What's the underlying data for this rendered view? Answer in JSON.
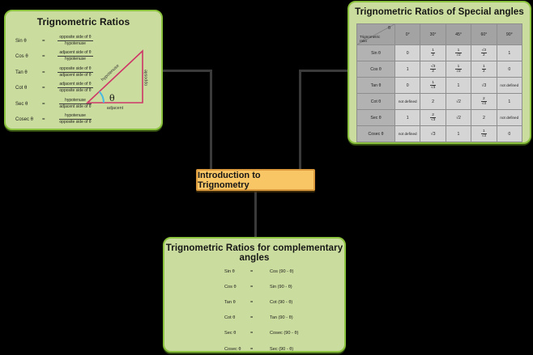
{
  "colors": {
    "background": "#000000",
    "box_fill": "#cbdd9e",
    "box_border": "#8cc33e",
    "center_fill": "#f9c666",
    "center_border": "#d9993c",
    "connector": "#3a3a3a",
    "table_header_bg": "#a3a3a3",
    "table_label_bg": "#b2b2b2",
    "table_cell_bg": "#d5d5d5",
    "triangle_stroke": "#ce3668",
    "angle_arc_stroke": "#49b9e0"
  },
  "center_node": {
    "label": "Introduction to Trignometry"
  },
  "trig_ratios": {
    "title": "Trignometric Ratios",
    "eq_sign": "=",
    "rows": [
      {
        "name": "Sin θ",
        "num": "opposite side of θ",
        "den": "hypotenuse"
      },
      {
        "name": "Cos θ",
        "num": "adjacent side of θ",
        "den": "hypotenuse"
      },
      {
        "name": "Tan θ",
        "num": "opposite side of θ",
        "den": "adjacent side of θ"
      },
      {
        "name": "Cot θ",
        "num": "adjacent side of θ",
        "den": "opposite side of θ"
      },
      {
        "name": "Sec θ",
        "num": "hypotenuse",
        "den": "adjacent side of θ"
      },
      {
        "name": "Cosec θ",
        "num": "hypotenuse",
        "den": "opposite side of θ"
      }
    ],
    "triangle": {
      "hypotenuse": "hypotenuse",
      "opposite": "opposite",
      "adjacent": "adjacent",
      "angle": "θ"
    }
  },
  "special_angles": {
    "title": "Trignometric Ratios of Special angles",
    "corner_top": "θ",
    "corner_bottom": "Trignometric ratio",
    "angles": [
      "0°",
      "30°",
      "45°",
      "60°",
      "90°"
    ],
    "rows": [
      {
        "label": "Sin θ",
        "values": [
          "0",
          [
            "1",
            "2"
          ],
          [
            "1",
            "√2"
          ],
          [
            "√3",
            "2"
          ],
          "1"
        ]
      },
      {
        "label": "Cos θ",
        "values": [
          "1",
          [
            "√3",
            "2"
          ],
          [
            "1",
            "√2"
          ],
          [
            "1",
            "2"
          ],
          "0"
        ]
      },
      {
        "label": "Tan θ",
        "values": [
          "0",
          [
            "1",
            "√3"
          ],
          "1",
          "√3",
          "not defined"
        ]
      },
      {
        "label": "Cot θ",
        "values": [
          "not defined",
          "2",
          "√2",
          [
            "2",
            "√3"
          ],
          "1"
        ]
      },
      {
        "label": "Sec θ",
        "values": [
          "1",
          [
            "2",
            "√3"
          ],
          "√2",
          "2",
          "not defined"
        ]
      },
      {
        "label": "Cosec θ",
        "values": [
          "not defined",
          "√3",
          "1",
          [
            "1",
            "√3"
          ],
          "0"
        ]
      }
    ]
  },
  "complementary": {
    "title": "Trignometric Ratios for complementary angles",
    "eq_sign": "=",
    "rows": [
      {
        "left": "Sin θ",
        "right": "Cos (90 - θ)"
      },
      {
        "left": "Cos θ",
        "right": "Sin (90 - θ)"
      },
      {
        "left": "Tan θ",
        "right": "Cot (90 - θ)"
      },
      {
        "left": "Cot θ",
        "right": "Tan (90 - θ)"
      },
      {
        "left": "Sec θ",
        "right": "Cosec (90 - θ)"
      },
      {
        "left": "Cosec θ",
        "right": "Sec (90 - θ)"
      }
    ]
  }
}
